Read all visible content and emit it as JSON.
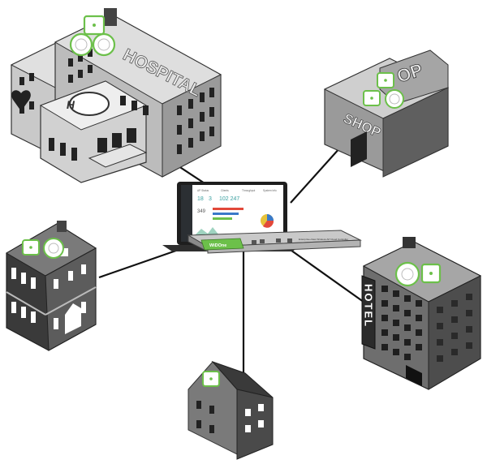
{
  "hospital": {
    "sign_text": "HOSPITAL",
    "helipad_letter": "H"
  },
  "shop": {
    "sign_text": "SHOP",
    "roof_sign_text": "OP"
  },
  "hotel": {
    "sign_text": "HOTEL"
  },
  "controller": {
    "brand": "WiDOne",
    "model_label": "Enterprise-class Wireless AP Cloud Controller"
  },
  "laptop": {
    "dashboard_numbers": [
      "18",
      "3",
      "102 247",
      "349"
    ],
    "dashboard_headers": [
      "AP Status",
      "Clients",
      "Throughput",
      "System Info"
    ]
  },
  "colors": {
    "ap_ring": "#6cc04a",
    "building_dark": "#3a3a3a",
    "building_mid": "#7b7b7b",
    "building_light": "#b9b9b9",
    "building_lighter": "#d4d4d4",
    "controller_green": "#6cc04a",
    "line": "#111111"
  },
  "icons": [
    "access-point-icon",
    "heart-icon",
    "helipad-icon",
    "chimney-icon"
  ]
}
